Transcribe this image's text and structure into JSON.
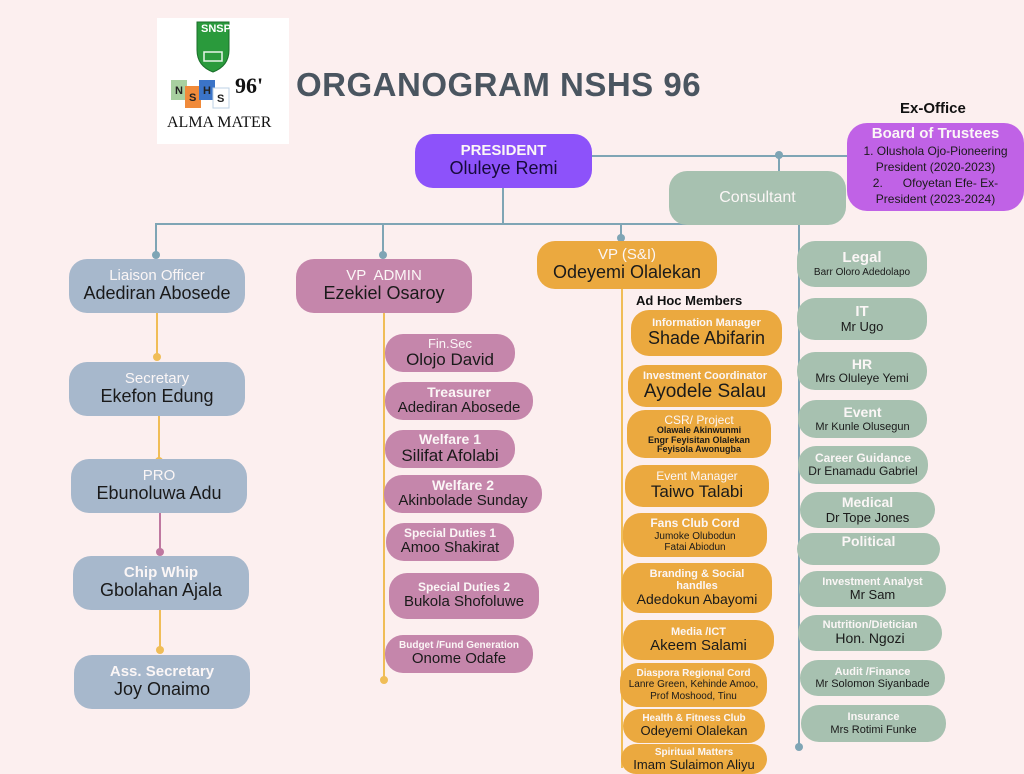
{
  "title": "ORGANOGRAM NSHS 96",
  "logo": {
    "badge_text": "SNSPI",
    "letters": [
      "N",
      "S",
      "H",
      "S"
    ],
    "year": "96'",
    "caption": "ALMA MATER"
  },
  "ex_office": {
    "heading": "Ex-Office",
    "board": {
      "role": "Board of Trustees",
      "members": [
        "1. Olushola Ojo-Pioneering",
        "President (2020-2023)",
        "2.      Ofoyetan Efe- Ex-",
        "President (2023-2024)"
      ]
    }
  },
  "president": {
    "role": "PRESIDENT",
    "name": "Oluleye Remi"
  },
  "consultant": {
    "role": "Consultant"
  },
  "column_left": [
    {
      "role": "Liaison Officer",
      "name": "Adediran Abosede"
    },
    {
      "role": "Secretary",
      "name": "Ekefon Edung"
    },
    {
      "role": "PRO",
      "name": "Ebunoluwa Adu"
    },
    {
      "role": "Chip Whip",
      "name": "Gbolahan Ajala"
    },
    {
      "role": "Ass. Secretary",
      "name": "Joy Onaimo"
    }
  ],
  "vp_admin": {
    "role": "VP  ADMIN",
    "name": "Ezekiel Osaroy",
    "members": [
      {
        "role": "Fin.Sec",
        "name": "Olojo David"
      },
      {
        "role": "Treasurer",
        "name": "Adediran Abosede"
      },
      {
        "role": "Welfare 1",
        "name": "Silifat Afolabi"
      },
      {
        "role": "Welfare 2",
        "name": "Akinbolade Sunday"
      },
      {
        "role": "Special Duties 1",
        "name": "Amoo Shakirat"
      },
      {
        "role": "Special Duties 2",
        "name": "Bukola Shofoluwe"
      },
      {
        "role": "Budget /Fund Generation",
        "name": "Onome Odafe"
      }
    ]
  },
  "vp_si": {
    "role": "VP (S&I)",
    "name": "Odeyemi Olalekan",
    "adhoc_label": "Ad Hoc Members",
    "members": [
      {
        "role": "Information Manager",
        "name": "Shade Abifarin"
      },
      {
        "role": "Investment Coordinator",
        "name": "Ayodele Salau"
      },
      {
        "role": "CSR/ Project",
        "lines": [
          "Olawale Akinwunmi",
          "Engr Feyisitan Olalekan",
          "Feyisola Awonugba"
        ]
      },
      {
        "role": "Event Manager",
        "name": "Taiwo Talabi"
      },
      {
        "role": "Fans Club Cord",
        "lines": [
          "Jumoke Olubodun",
          "Fatai Abiodun"
        ]
      },
      {
        "role": "Branding & Social handles",
        "name": "Adedokun Abayomi"
      },
      {
        "role": "Media /ICT",
        "name": "Akeem Salami"
      },
      {
        "role": "Diaspora Regional Cord",
        "lines": [
          "Lanre Green, Kehinde Amoo,",
          "Prof Moshood, Tinu"
        ]
      },
      {
        "role": "Health & Fitness Club",
        "name": "Odeyemi Olalekan"
      },
      {
        "role": "Spiritual Matters",
        "name": "Imam Sulaimon Aliyu"
      }
    ]
  },
  "consultants": [
    {
      "role": "Legal",
      "name": "Barr Oloro Adedolapo"
    },
    {
      "role": "IT",
      "name": "Mr Ugo"
    },
    {
      "role": "HR",
      "name": "Mrs Oluleye Yemi"
    },
    {
      "role": "Event",
      "name": "Mr Kunle Olusegun"
    },
    {
      "role": "Career Guidance",
      "name": "Dr Enamadu Gabriel"
    },
    {
      "role": "Medical",
      "name": "Dr Tope Jones"
    },
    {
      "role": "Political",
      "name": ""
    },
    {
      "role": "Investment Analyst",
      "name": "Mr Sam"
    },
    {
      "role": "Nutrition/Dietician",
      "name": "Hon. Ngozi"
    },
    {
      "role": "Audit /Finance",
      "name": "Mr Solomon Siyanbade"
    },
    {
      "role": "Insurance",
      "name": "Mrs Rotimi Funke"
    }
  ],
  "colors": {
    "background": "#fcefef",
    "president": "#8d52fa",
    "board": "#c062e6",
    "left_column": "#a7b8cc",
    "vp_admin": "#c586ab",
    "vp_si": "#eba93f",
    "consultants": "#a7c1b0",
    "connector": "#7fa5b5"
  }
}
